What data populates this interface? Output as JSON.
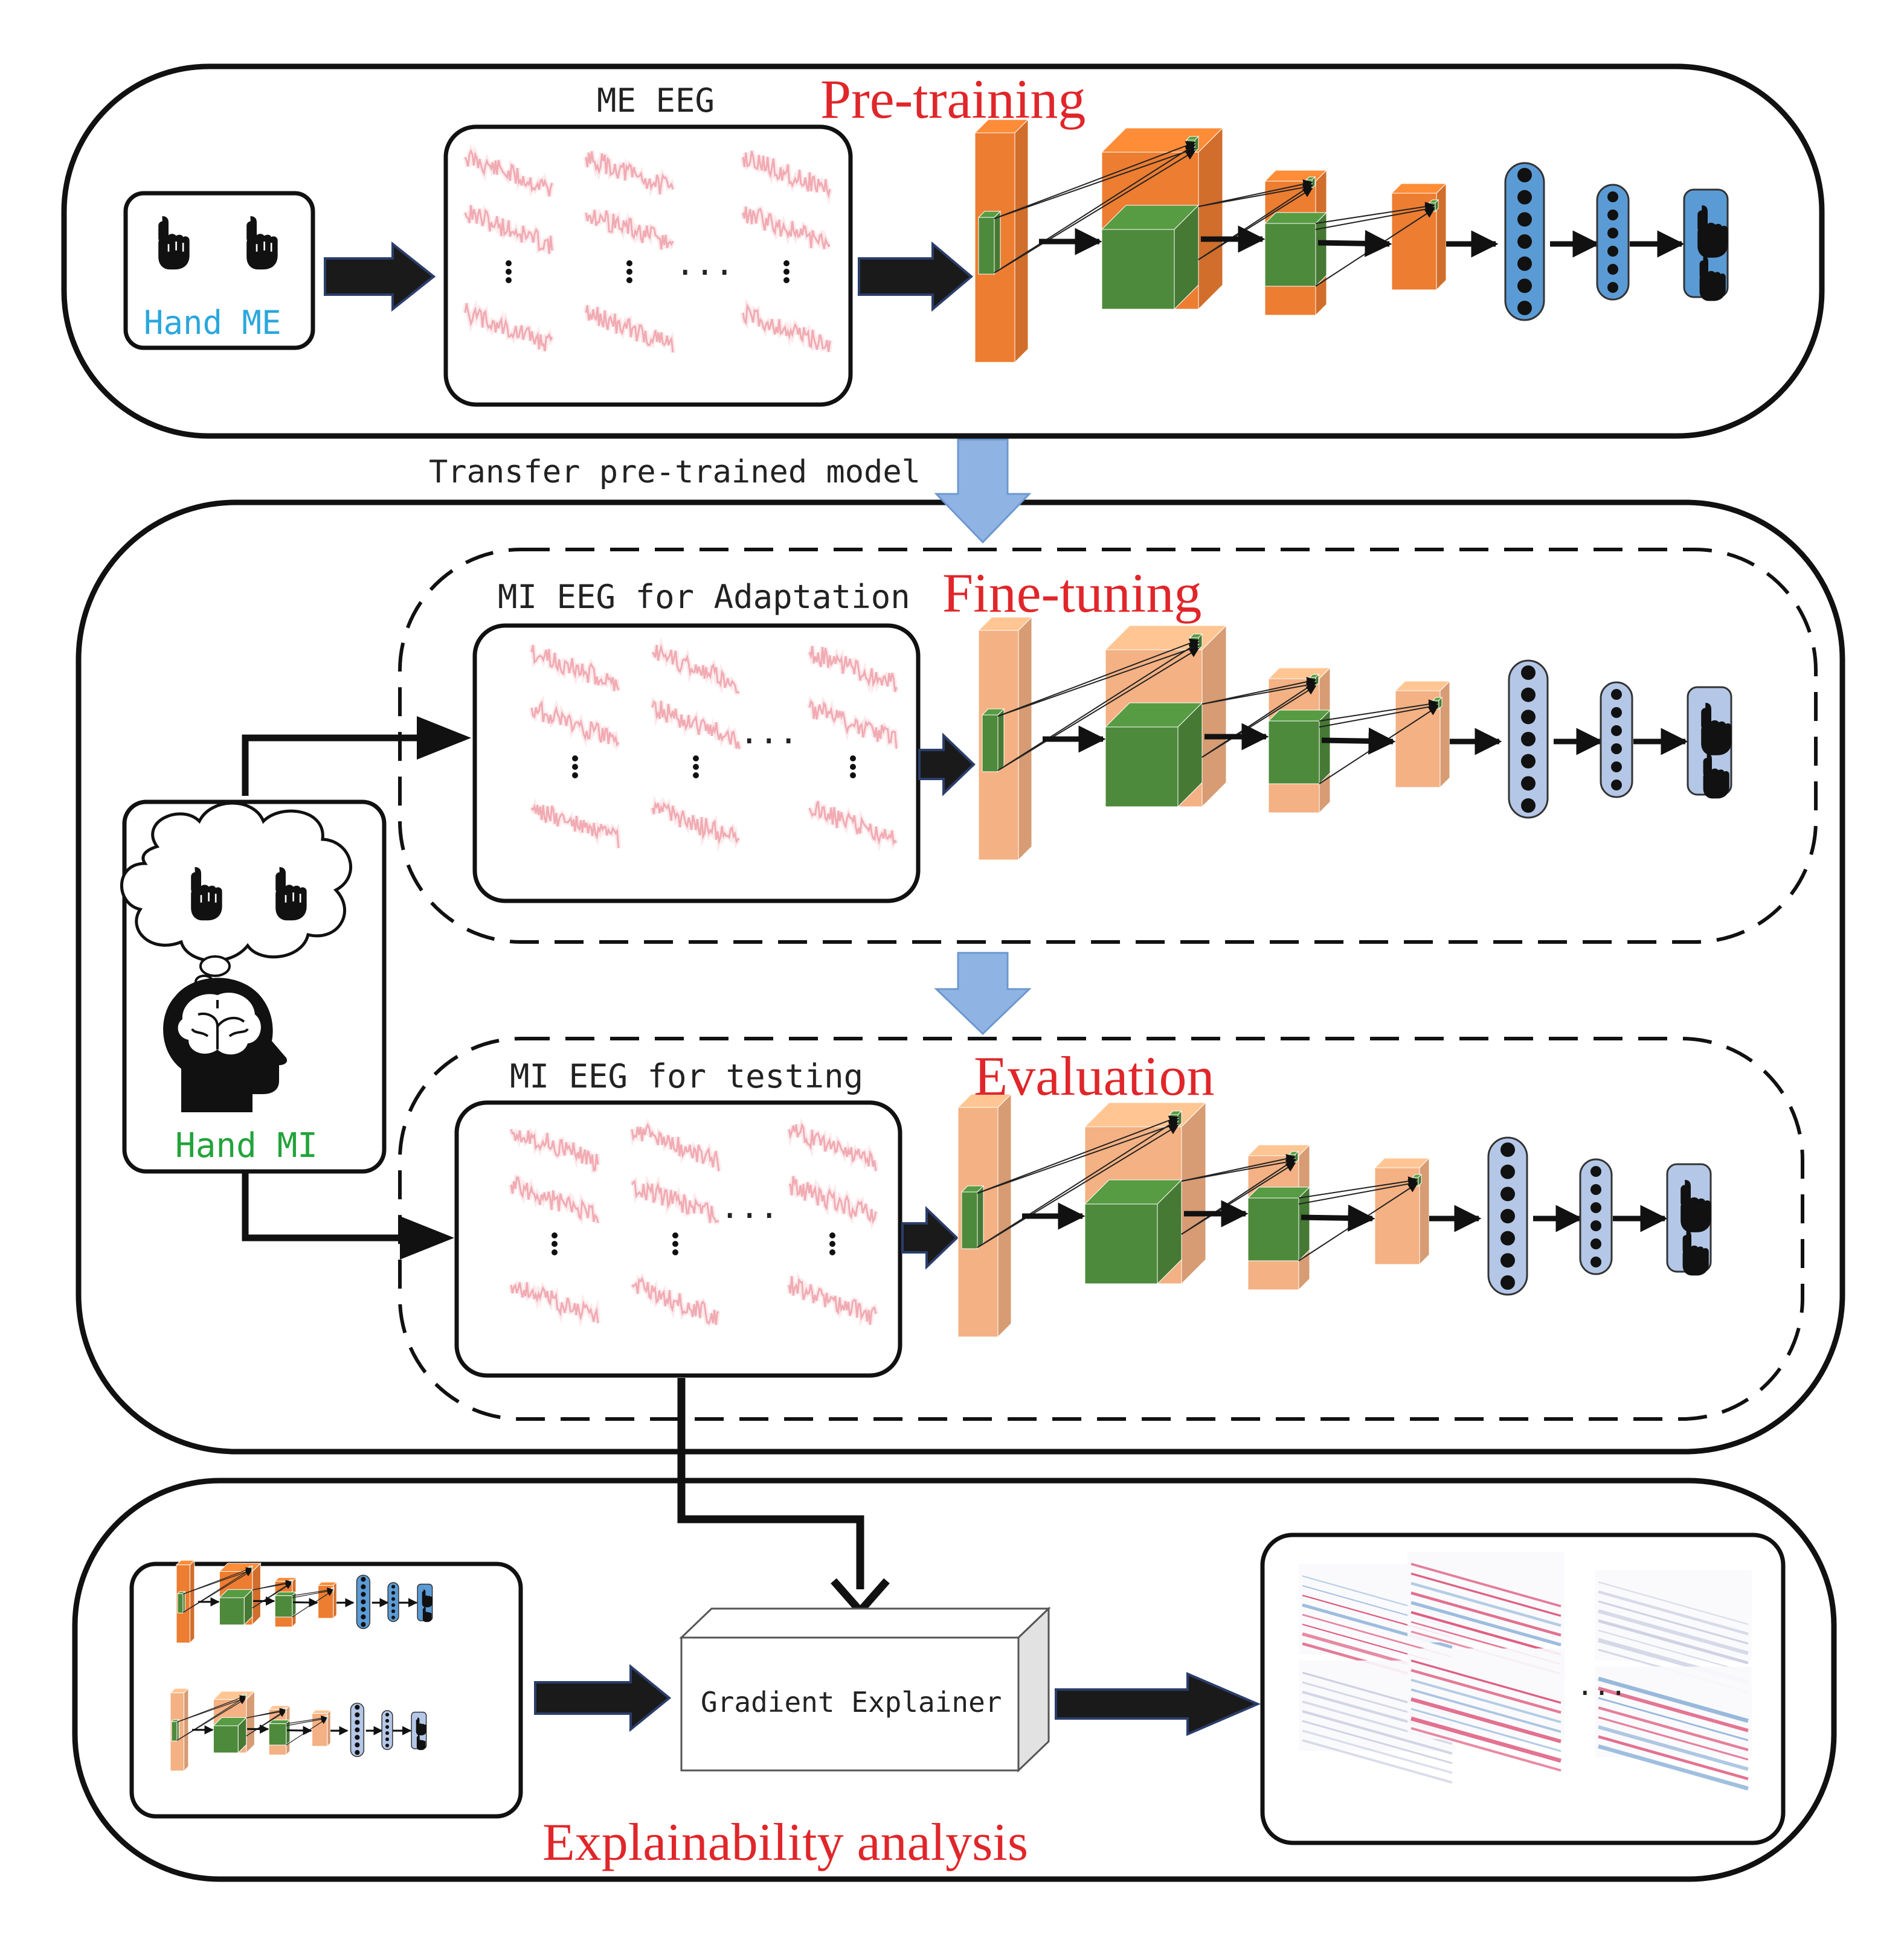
{
  "colors": {
    "orange_dark": "#ed7d31",
    "orange_light": "#f4b183",
    "green": "#4e8a3b",
    "blue_dark": "#5b9bd5",
    "blue_light": "#b4c7e7",
    "red_title": "#e0262a",
    "cyan_text": "#2aa7dd",
    "green_text": "#22a33a",
    "transfer_arrow": "#8fb4e3"
  },
  "pretraining": {
    "title": "Pre-training",
    "eeg_caption": "ME EEG",
    "hand_label": "Hand ME",
    "ellipsis": "..."
  },
  "transfer": {
    "label": "Transfer pre-trained model"
  },
  "finetuning": {
    "title": "Fine-tuning",
    "eeg_caption": "MI EEG for Adaptation",
    "ellipsis": "..."
  },
  "evaluation": {
    "title": "Evaluation",
    "eeg_caption": "MI EEG for testing",
    "ellipsis": "..."
  },
  "subject": {
    "hand_label": "Hand MI"
  },
  "explainability": {
    "title": "Explainability analysis",
    "explainer_label": "Gradient Explainer",
    "ellipsis": "..."
  },
  "icons": [
    "pointing-hand-icon",
    "brain-head-icon",
    "thought-cloud-icon",
    "neuron-node-icon"
  ]
}
